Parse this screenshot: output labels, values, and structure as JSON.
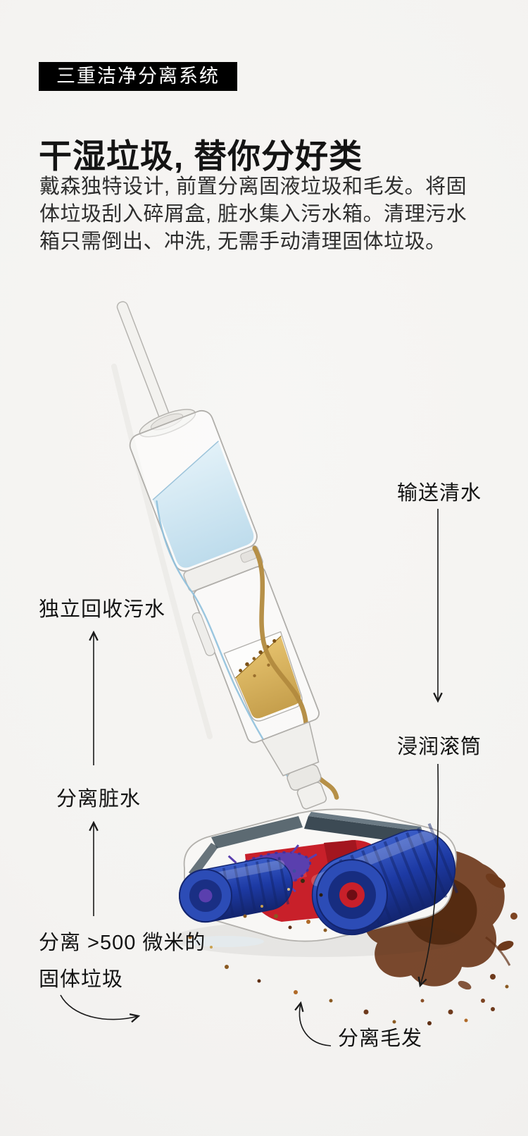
{
  "header": {
    "badge": "三重洁净分离系统",
    "title": "干湿垃圾, 替你分好类",
    "description_lines": [
      "戴森独特设计, 前置分离固液垃圾和毛发。将固",
      "体垃圾刮入碎屑盒, 脏水集入污水箱。清理污水",
      "箱只需倒出、冲洗, 无需手动清理固体垃圾。"
    ]
  },
  "callouts": {
    "clean_water": "输送清水",
    "recycle_dirty_water": "独立回收污水",
    "wet_roller": "浸润滚筒",
    "separate_dirty_water": "分离脏水",
    "solid_waste_line1": "分离 >500 微米的",
    "solid_waste_line2": "固体垃圾",
    "separate_hair": "分离毛发"
  },
  "colors": {
    "page_bg": "#f4f3f1",
    "badge_bg": "#000000",
    "badge_text": "#ffffff",
    "title_text": "#141414",
    "body_text": "#2e2e2e",
    "arrow": "#1a1a1a",
    "clean_water_blue": "#bedcec",
    "dirty_water_amber": "#cda044",
    "roller_blue": "#1d3aa4",
    "housing_red": "#c8202a",
    "brush_purple": "#5a3fae",
    "dirt_brown": "#6e3a1c"
  }
}
